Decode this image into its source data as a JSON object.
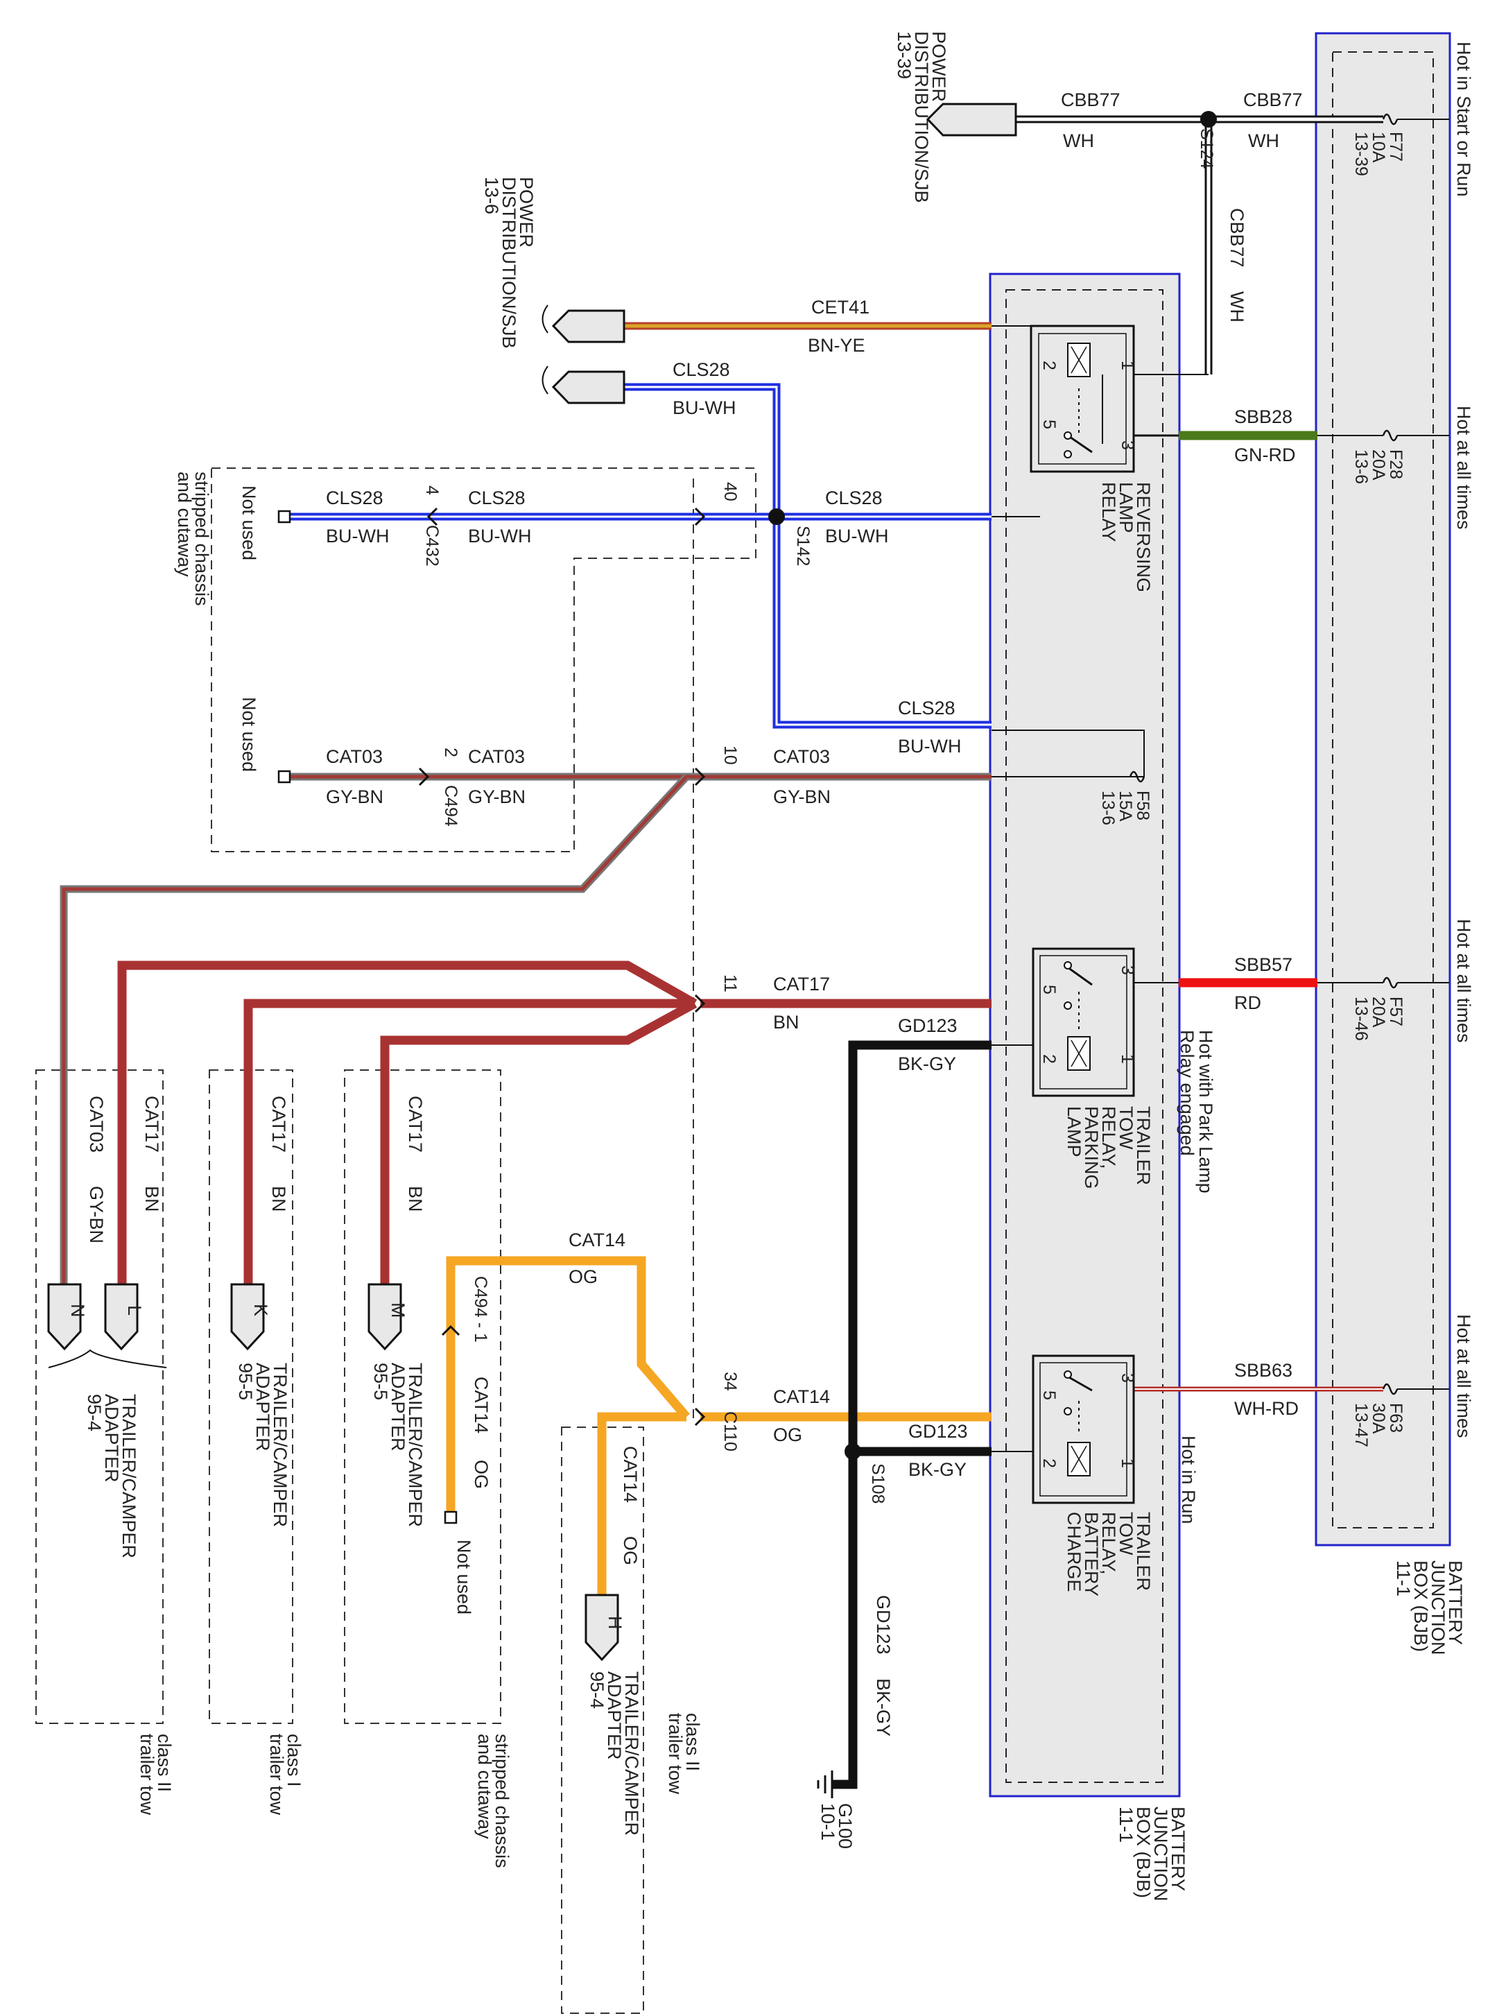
{
  "colors": {
    "blue_box": "#2222cc",
    "wire_brown_yellow_a": "#d9a426",
    "wire_brown_yellow_b": "#b5402a",
    "wire_blue": "#1f2fe0",
    "wire_gray_brown_a": "#777777",
    "wire_gray_brown_b": "#a33a34",
    "wire_brown": "#a83232",
    "wire_green_red": "#4a7a1a",
    "wire_red": "#ee1111",
    "wire_orange": "#f5a623",
    "wire_black": "#111111",
    "junction_fill": "#e8e8e8"
  },
  "hot": {
    "start_run": "Hot in Start or Run",
    "all_times": "Hot at all times",
    "run": "Hot in Run",
    "park": [
      "Hot with Park Lamp",
      "Relay engaged"
    ]
  },
  "bjb": [
    "BATTERY",
    "JUNCTION",
    "BOX (BJB)",
    "11-1"
  ],
  "fuses": {
    "f77": [
      "F77",
      "10A",
      "13-39"
    ],
    "f28": [
      "F28",
      "20A",
      "13-6"
    ],
    "f57": [
      "F57",
      "20A",
      "13-46"
    ],
    "f63": [
      "F63",
      "30A",
      "13-47"
    ],
    "f58": [
      "F58",
      "15A",
      "13-6"
    ]
  },
  "power_dist_a": [
    "POWER",
    "DISTRIBUTION/SJB",
    "13-39"
  ],
  "power_dist_b": [
    "POWER",
    "DISTRIBUTION/SJB",
    "13-6"
  ],
  "relays": {
    "reversing": [
      "REVERSING",
      "LAMP",
      "RELAY"
    ],
    "parking": [
      "TRAILER",
      "TOW",
      "RELAY,",
      "PARKING",
      "LAMP"
    ],
    "charge": [
      "TRAILER",
      "TOW",
      "RELAY,",
      "BATTERY",
      "CHARGE"
    ]
  },
  "pins": {
    "p1": "1",
    "p2": "2",
    "p3": "3",
    "p5": "5"
  },
  "circuits": {
    "cbb77": "CBB77",
    "cet41": "CET41",
    "cls28": "CLS28",
    "cat03": "CAT03",
    "cat17": "CAT17",
    "cat14": "CAT14",
    "gd123": "GD123",
    "sbb28": "SBB28",
    "sbb57": "SBB57",
    "sbb63": "SBB63"
  },
  "colorcodes": {
    "wh": "WH",
    "bn_ye": "BN-YE",
    "bu_wh": "BU-WH",
    "gy_bn": "GY-BN",
    "bn": "BN",
    "og": "OG",
    "bk_gy": "BK-GY",
    "gn_rd": "GN-RD",
    "rd": "RD",
    "wh_rd": "WH-RD"
  },
  "splices": {
    "s124": "S124",
    "s142": "S142",
    "s108": "S108"
  },
  "connectors": {
    "c432": "C432",
    "c494": "C494",
    "c110": "C110",
    "c494_1": "C494 - 1",
    "pin40": "40",
    "pin4": "4",
    "pin2": "2",
    "pin10": "10",
    "pin11": "11",
    "pin34": "34"
  },
  "ground": [
    "G100",
    "10-1"
  ],
  "not_used": "Not used",
  "stripped": [
    "stripped chassis",
    "and cutaway"
  ],
  "class1": [
    "class I",
    "trailer tow"
  ],
  "class2": [
    "class II",
    "trailer tow"
  ],
  "adapters": {
    "l": "L",
    "n": "N",
    "k": "K",
    "m": "M",
    "h": "H",
    "a954": [
      "TRAILER/CAMPER",
      "ADAPTER",
      "95-4"
    ],
    "a955": [
      "TRAILER/CAMPER",
      "ADAPTER",
      "95-5"
    ]
  }
}
